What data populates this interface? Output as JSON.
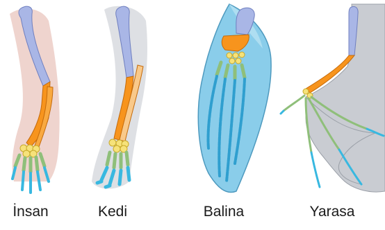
{
  "labels": {
    "human": "İnsan",
    "cat": "Kedi",
    "whale": "Balina",
    "bat": "Yarasa"
  },
  "colors": {
    "humerus": "#a9b6e6",
    "radius_ulna": "#f7941d",
    "carpals": "#f6e27a",
    "metacarpals": "#8fbf7a",
    "phalanges": "#38b8e0",
    "skin_human": "#e9c6bd",
    "skin_grey": "#d0d3d8",
    "whale_body": "#7ec8e8",
    "bat_wing": "#c9ccd2"
  }
}
